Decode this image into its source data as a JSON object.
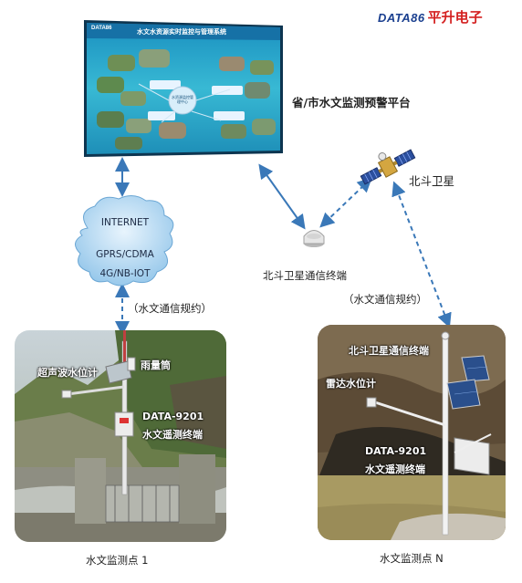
{
  "brand": {
    "logo_text": "DATA86",
    "name": "平升电子"
  },
  "platform": {
    "label": "省/市水文监测预警平台",
    "screen_title": "水文水资源实时监控与管理系统",
    "screen_logo": "DATA86",
    "center_label": "水资源监控管理中心"
  },
  "satellite": {
    "label": "北斗卫星"
  },
  "terminal": {
    "label": "北斗卫星通信终端"
  },
  "cloud": {
    "line1": "INTERNET",
    "line2": "GPRS/CDMA",
    "line3": "4G/NB-IOT"
  },
  "protocol_left": "（水文通信规约）",
  "protocol_right": "（水文通信规约）",
  "site1": {
    "caption": "水文监测点 1",
    "ultrasonic": "超声波水位计",
    "rain_gauge": "雨量筒",
    "device_model": "DATA-9201",
    "device_name": "水文遥测终端"
  },
  "siteN": {
    "caption": "水文监测点 N",
    "beidou_terminal": "北斗卫星通信终端",
    "radar": "雷达水位计",
    "device_model": "DATA-9201",
    "device_name": "水文遥测终端"
  },
  "colors": {
    "arrow": "#3a78b8",
    "brand_blue": "#1a3f8f",
    "brand_red": "#d42020",
    "screen_bg": "#2aa8c8"
  }
}
